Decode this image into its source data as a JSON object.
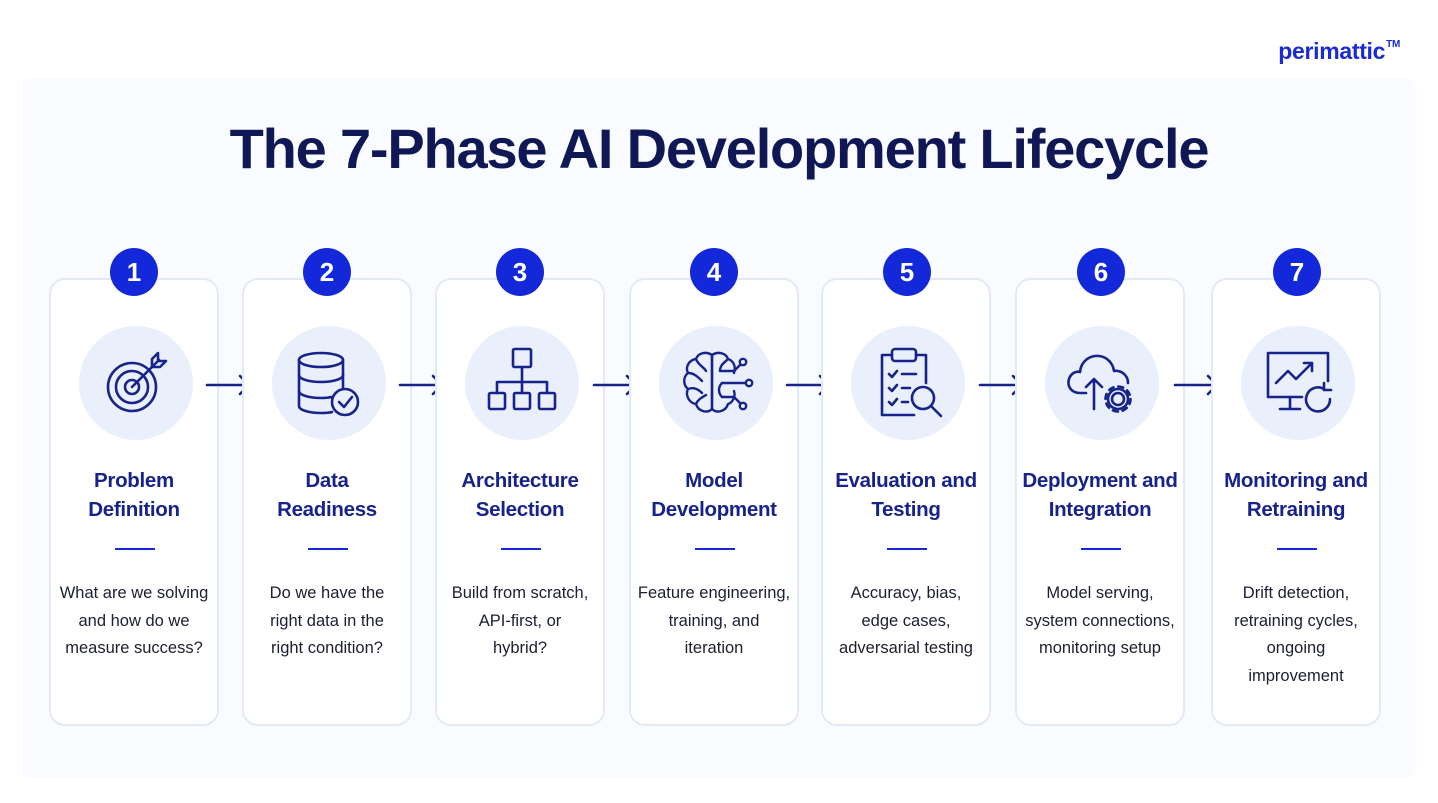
{
  "brand": {
    "name": "perimattic",
    "mark": "TM"
  },
  "title": "The 7-Phase AI Development Lifecycle",
  "colors": {
    "accent": "#1328d8",
    "title": "#0f1855",
    "card_title": "#17238a",
    "icon_bg": "#e9f0fb",
    "card_border": "#e2eaf6"
  },
  "phases": [
    {
      "number": "1",
      "icon": "target-icon",
      "title": [
        "Problem",
        "Definition"
      ],
      "description": [
        "What are we solving",
        "and how do we",
        "measure success?"
      ]
    },
    {
      "number": "2",
      "icon": "database-check-icon",
      "title": [
        "Data",
        "Readiness"
      ],
      "description": [
        "Do we have the",
        "right data in the",
        "right condition?"
      ]
    },
    {
      "number": "3",
      "icon": "hierarchy-icon",
      "title": [
        "Architecture",
        "Selection"
      ],
      "description": [
        "Build from scratch,",
        "API-first, or",
        "hybrid?"
      ]
    },
    {
      "number": "4",
      "icon": "brain-circuit-icon",
      "title": [
        "Model",
        "Development"
      ],
      "description": [
        "Feature engineering,",
        "training, and",
        "iteration"
      ]
    },
    {
      "number": "5",
      "icon": "clipboard-search-icon",
      "title": [
        "Evaluation and",
        "Testing"
      ],
      "description": [
        "Accuracy, bias,",
        "edge cases,",
        "adversarial testing"
      ]
    },
    {
      "number": "6",
      "icon": "cloud-upload-gear-icon",
      "title": [
        "Deployment and",
        "Integration"
      ],
      "description": [
        "Model serving,",
        "system connections,",
        "monitoring setup"
      ]
    },
    {
      "number": "7",
      "icon": "monitor-chart-refresh-icon",
      "title": [
        "Monitoring and",
        "Retraining"
      ],
      "description": [
        "Drift detection,",
        "retraining cycles,",
        "ongoing",
        "improvement"
      ]
    }
  ]
}
